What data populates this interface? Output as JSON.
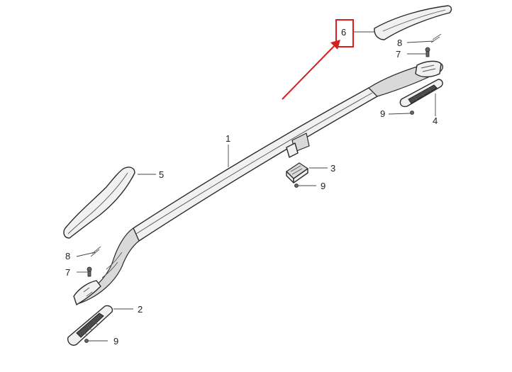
{
  "callouts": {
    "part_1": "1",
    "part_2": "2",
    "part_3": "3",
    "part_4": "4",
    "part_5": "5",
    "part_6": "6",
    "part_7_rear": "7",
    "part_7_front": "7",
    "part_8_rear": "8",
    "part_8_front": "8",
    "part_9_rear": "9",
    "part_9_middle": "9",
    "part_9_front": "9"
  },
  "highlight": {
    "target": "part_6",
    "color": "#d62020"
  }
}
